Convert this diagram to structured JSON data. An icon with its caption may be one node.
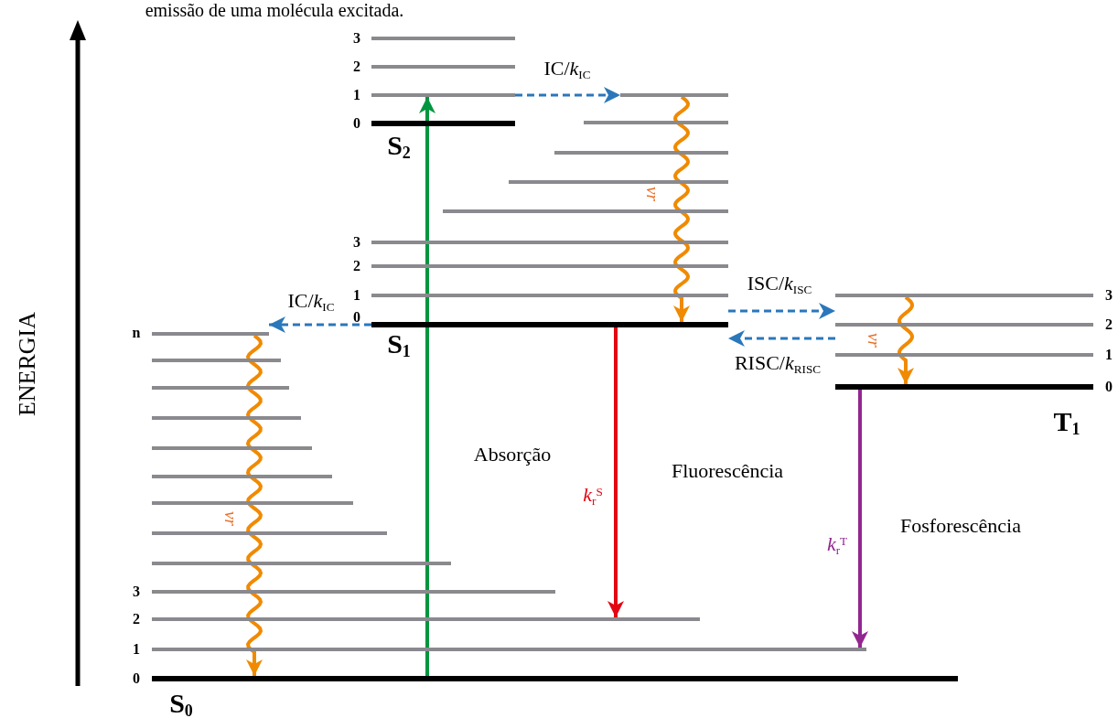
{
  "diagram": {
    "nodes": [
      {
        "text": [],
        "shape": "bar"
      },
      {
        "text": [],
        "shape": "bar"
      },
      {
        "text": [],
        "shape": "bar"
      },
      {
        "text": [],
        "shape": "bar"
      },
      {
        "text": [],
        "shape": "bar"
      },
      {
        "text": [],
        "shape": "bar"
      },
      {
        "text": [],
        "shape": "bar"
      },
      {
        "text": [],
        "shape": "bar"
      },
      {
        "text": [],
        "shape": "bar"
      },
      {
        "text": [],
        "shape": "bar"
      },
      {
        "text": [],
        "shape": "bar"
      },
      {
        "text": [],
        "shape": "bar"
      },
      {
        "text": [],
        "shape": "bar"
      },
      {
        "text": [],
        "shape": "bar"
      },
      {
        "text": [],
        "shape": "bar"
      },
      {
        "text": [],
        "shape": "bar"
      },
      {
        "text": [],
        "shape": "bar"
      },
      {
        "text": [],
        "shape": "bar"
      },
      {
        "text": [],
        "shape": "bar"
      },
      {
        "text": [],
        "shape": "bar"
      },
      {
        "text": [],
        "shape": "bar"
      },
      {
        "text": [],
        "shape": "bar"
      },
      {
        "text": [],
        "shape": "bar"
      },
      {
        "text": [],
        "shape": "bar"
      },
      {
        "text": [],
        "shape": "bar"
      },
      {
        "text": [],
        "shape": "bar"
      },
      {
        "text": [],
        "shape": "bar"
      },
      {
        "text": [],
        "shape": "bar"
      },
      {
        "text": [],
        "shape": "bar"
      },
      {
        "text": [],
        "shape": "bar"
      }
    ],
    "edges": [
      {
        "from": 29,
        "to": 2,
        "arrow": "to",
        "label": "Absorção",
        "color": "#00963f"
      },
      {
        "from": 2,
        "to": 4,
        "arrow": "to",
        "label": "IC/*k*$_{IC}$",
        "style": "dashed",
        "color": "#2a77bb"
      },
      {
        "from": 4,
        "to": 12,
        "arrow": "to",
        "color": "#f08a00"
      },
      {
        "from": 12,
        "to": 17,
        "arrow": "to",
        "label": "IC/*k*$_{IC}$",
        "style": "dashed",
        "color": "#2a77bb"
      },
      {
        "from": 12,
        "to": 13,
        "arrow": "to",
        "label": "ISC/*k*$_{ISC}$",
        "style": "dashed",
        "color": "#2a77bb"
      },
      {
        "from": 14,
        "to": 12,
        "arrow": "to",
        "label": "RISC/*k*$_{RISC}$",
        "style": "dashed",
        "color": "#2a77bb"
      },
      {
        "from": 13,
        "to": 16,
        "arrow": "to",
        "color": "#f08a00"
      },
      {
        "from": 17,
        "to": 29,
        "arrow": "to",
        "color": "#f08a00"
      },
      {
        "from": 12,
        "to": 27,
        "arrow": "to",
        "label": "Fluorescência",
        "color": "#e30613"
      },
      {
        "from": 16,
        "to": 28,
        "arrow": "to",
        "label": "Fosforescência",
        "color": "#92278f"
      }
    ],
    "labels": [
      "emissão de uma molécula excitada.",
      "3",
      "2",
      "1",
      "0",
      "S$_{2}$",
      "3",
      "2",
      "1",
      "0",
      "vr",
      "S$_{1}$",
      "ENERGIA",
      "n",
      "3",
      "2",
      "1",
      "0",
      "vr",
      "T$_{1}$",
      "vr",
      "*k*$_{r}$$^{S}$",
      "*k*$_{r}$$^{T}$",
      "3",
      "2",
      "1",
      "0",
      "S$_{0}$"
    ]
  }
}
